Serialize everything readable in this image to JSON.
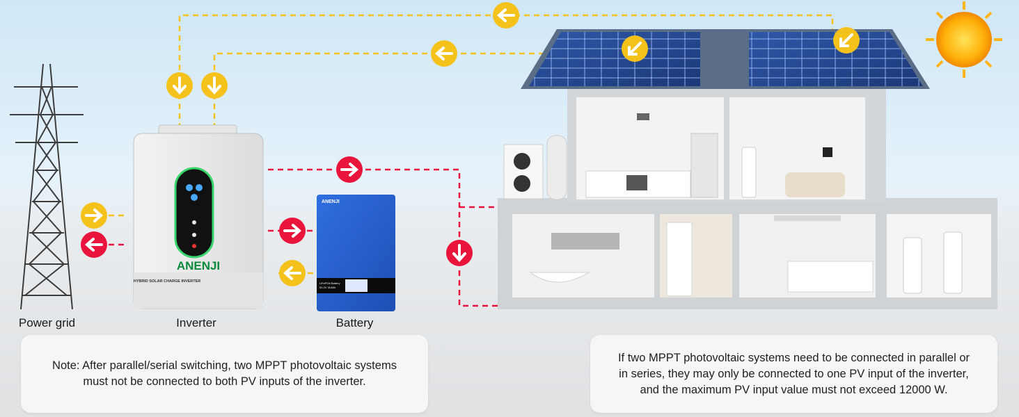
{
  "labels": {
    "power_grid": "Power grid",
    "inverter": "Inverter",
    "battery": "Battery"
  },
  "inverter_brand": "ANENJI",
  "inverter_model_text": "HYBRID SOLAR CHARGE INVERTER",
  "battery_brand": "ANENJI",
  "battery_lcd_text": [
    "LiFePO4 Battery",
    "51.2V 314Ah"
  ],
  "note_left": [
    "Note: After parallel/serial switching, two MPPT photovoltaic systems",
    "must not be connected to both PV inputs of the inverter."
  ],
  "note_right": [
    "If two MPPT photovoltaic systems need to be connected in parallel or",
    "in series, they may only be connected to one PV input of the inverter,",
    "and the maximum PV input value must not exceed 12000 W."
  ],
  "colors": {
    "pv_flow": "#f4c21a",
    "ac_flow": "#e8143c",
    "sky": "#cfe7f7",
    "ground": "#e1e3e5"
  },
  "icons": [
    "sun-icon",
    "solar-panel-icon",
    "pylon-icon",
    "arrow-left-icon",
    "arrow-right-icon",
    "arrow-down-icon"
  ]
}
